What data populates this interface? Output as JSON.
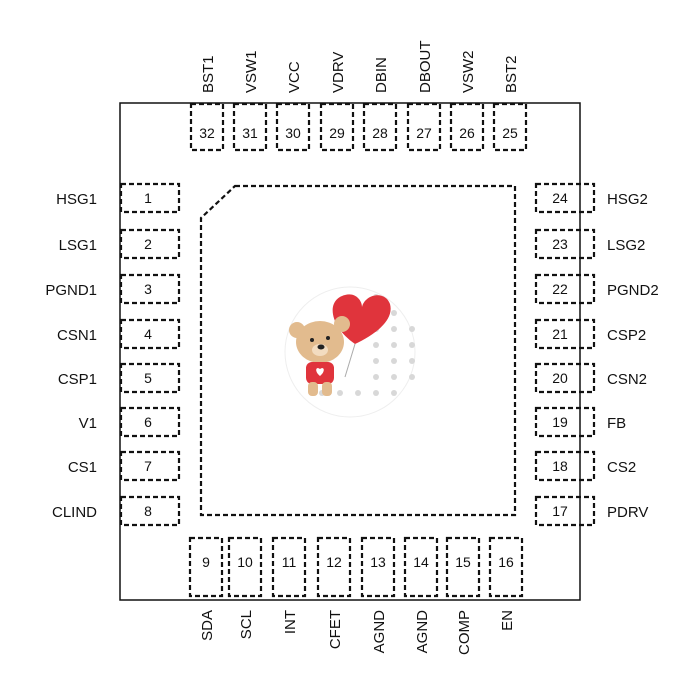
{
  "pins": {
    "left": [
      {
        "num": "1",
        "name": "HSG1"
      },
      {
        "num": "2",
        "name": "LSG1"
      },
      {
        "num": "3",
        "name": "PGND1"
      },
      {
        "num": "4",
        "name": "CSN1"
      },
      {
        "num": "5",
        "name": "CSP1"
      },
      {
        "num": "6",
        "name": "V1"
      },
      {
        "num": "7",
        "name": "CS1"
      },
      {
        "num": "8",
        "name": "CLIND"
      }
    ],
    "bottom": [
      {
        "num": "9",
        "name": "SDA"
      },
      {
        "num": "10",
        "name": "SCL"
      },
      {
        "num": "11",
        "name": "INT"
      },
      {
        "num": "12",
        "name": "CFET"
      },
      {
        "num": "13",
        "name": "AGND"
      },
      {
        "num": "14",
        "name": "AGND"
      },
      {
        "num": "15",
        "name": "COMP"
      },
      {
        "num": "16",
        "name": "EN"
      }
    ],
    "right": [
      {
        "num": "24",
        "name": "HSG2"
      },
      {
        "num": "23",
        "name": "LSG2"
      },
      {
        "num": "22",
        "name": "PGND2"
      },
      {
        "num": "21",
        "name": "CSP2"
      },
      {
        "num": "20",
        "name": "CSN2"
      },
      {
        "num": "19",
        "name": "FB"
      },
      {
        "num": "18",
        "name": "CS2"
      },
      {
        "num": "17",
        "name": "PDRV"
      }
    ],
    "top": [
      {
        "num": "32",
        "name": "BST1"
      },
      {
        "num": "31",
        "name": "VSW1"
      },
      {
        "num": "30",
        "name": "VCC"
      },
      {
        "num": "29",
        "name": "VDRV"
      },
      {
        "num": "28",
        "name": "DBIN"
      },
      {
        "num": "27",
        "name": "DBOUT"
      },
      {
        "num": "26",
        "name": "VSW2"
      },
      {
        "num": "25",
        "name": "BST2"
      }
    ]
  },
  "colors": {
    "heart": "#e0343c",
    "bear": "#e2bb8e",
    "shirt": "#e0343c",
    "dots": "#d8d8d8"
  }
}
